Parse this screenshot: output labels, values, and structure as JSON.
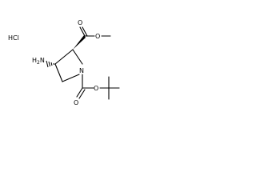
{
  "salt": "HCl",
  "labels": {
    "amino": "H2N",
    "amino_h": "H",
    "amino_sub": "2",
    "amino_n": "N",
    "ring_n": "N",
    "ester_carbonyl_o": "O",
    "ester_o": "O",
    "boc_carbonyl_o": "O",
    "boc_o": "O"
  },
  "stereo": {
    "c2": "wedge",
    "c4": "hash"
  }
}
